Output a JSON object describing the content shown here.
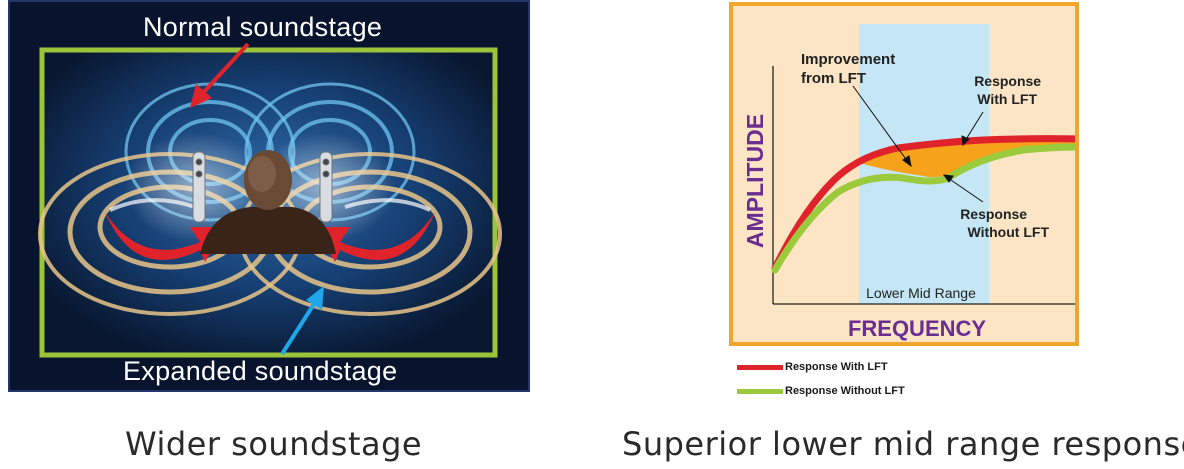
{
  "left": {
    "normal_label": "Normal soundstage",
    "expanded_label": "Expanded soundstage",
    "caption": "Wider soundstage"
  },
  "right": {
    "annotations": {
      "improvement": [
        "Improvement",
        "from LFT"
      ],
      "with": [
        "Response",
        "With LFT"
      ],
      "without": [
        "Response",
        "Without LFT"
      ],
      "range": "Lower Mid Range"
    },
    "ylabel": "AMPLITUDE",
    "xlabel": "FREQUENCY",
    "legend": [
      {
        "label": "Response With LFT",
        "color": "#e0232b"
      },
      {
        "label": "Response Without LFT",
        "color": "#9bcb3c"
      }
    ],
    "caption": "Superior lower mid range response"
  },
  "colors": {
    "red_arrow": "#e0232b",
    "blue_arrow": "#1ea6e8",
    "frame": "#9bc43a",
    "panel_border": "#f0a52b",
    "improvement_fill": "#f7a21b",
    "axis_label": "#6a2d91"
  }
}
